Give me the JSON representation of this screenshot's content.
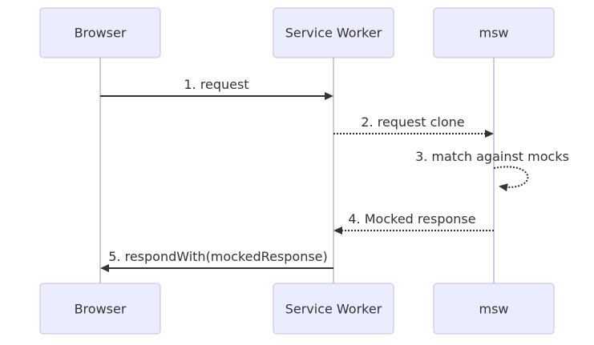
{
  "diagram_type": "sequence-diagram",
  "colors": {
    "background": "#ffffff",
    "actor_fill": "#ECECFF",
    "actor_border": "#c3bfdb",
    "lifeline": "#ccc8e4",
    "arrow": "#333333",
    "text": "#333333"
  },
  "actors": [
    {
      "label": "Browser"
    },
    {
      "label": "Service Worker"
    },
    {
      "label": "msw"
    }
  ],
  "messages": [
    {
      "label": "1. request",
      "from": "Browser",
      "to": "Service Worker",
      "line": "solid"
    },
    {
      "label": "2. request clone",
      "from": "Service Worker",
      "to": "msw",
      "line": "dotted"
    },
    {
      "label": "3. match against mocks",
      "from": "msw",
      "to": "msw",
      "line": "dotted-self-loop"
    },
    {
      "label": "4. Mocked response",
      "from": "msw",
      "to": "Service Worker",
      "line": "dotted"
    },
    {
      "label": "5. respondWith(mockedResponse)",
      "from": "Service Worker",
      "to": "Browser",
      "line": "solid"
    }
  ]
}
